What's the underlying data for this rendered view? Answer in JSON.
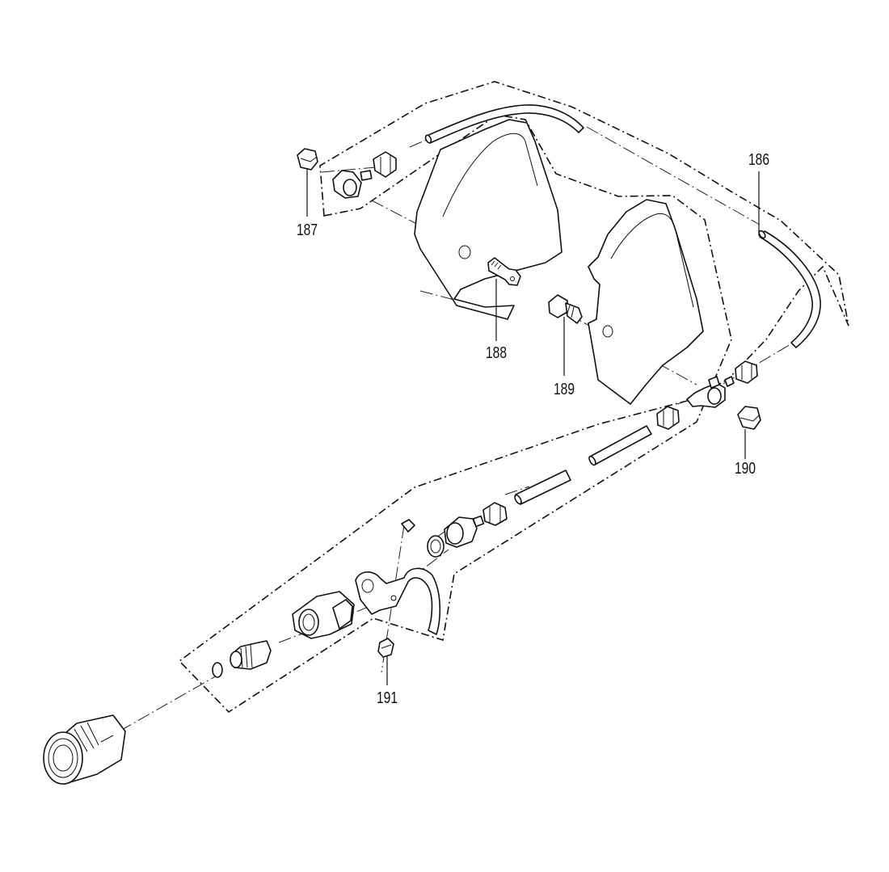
{
  "diagram": {
    "callouts": {
      "c186": "186",
      "c187": "187",
      "c188": "188",
      "c189": "189",
      "c190": "190",
      "c191": "191"
    }
  }
}
